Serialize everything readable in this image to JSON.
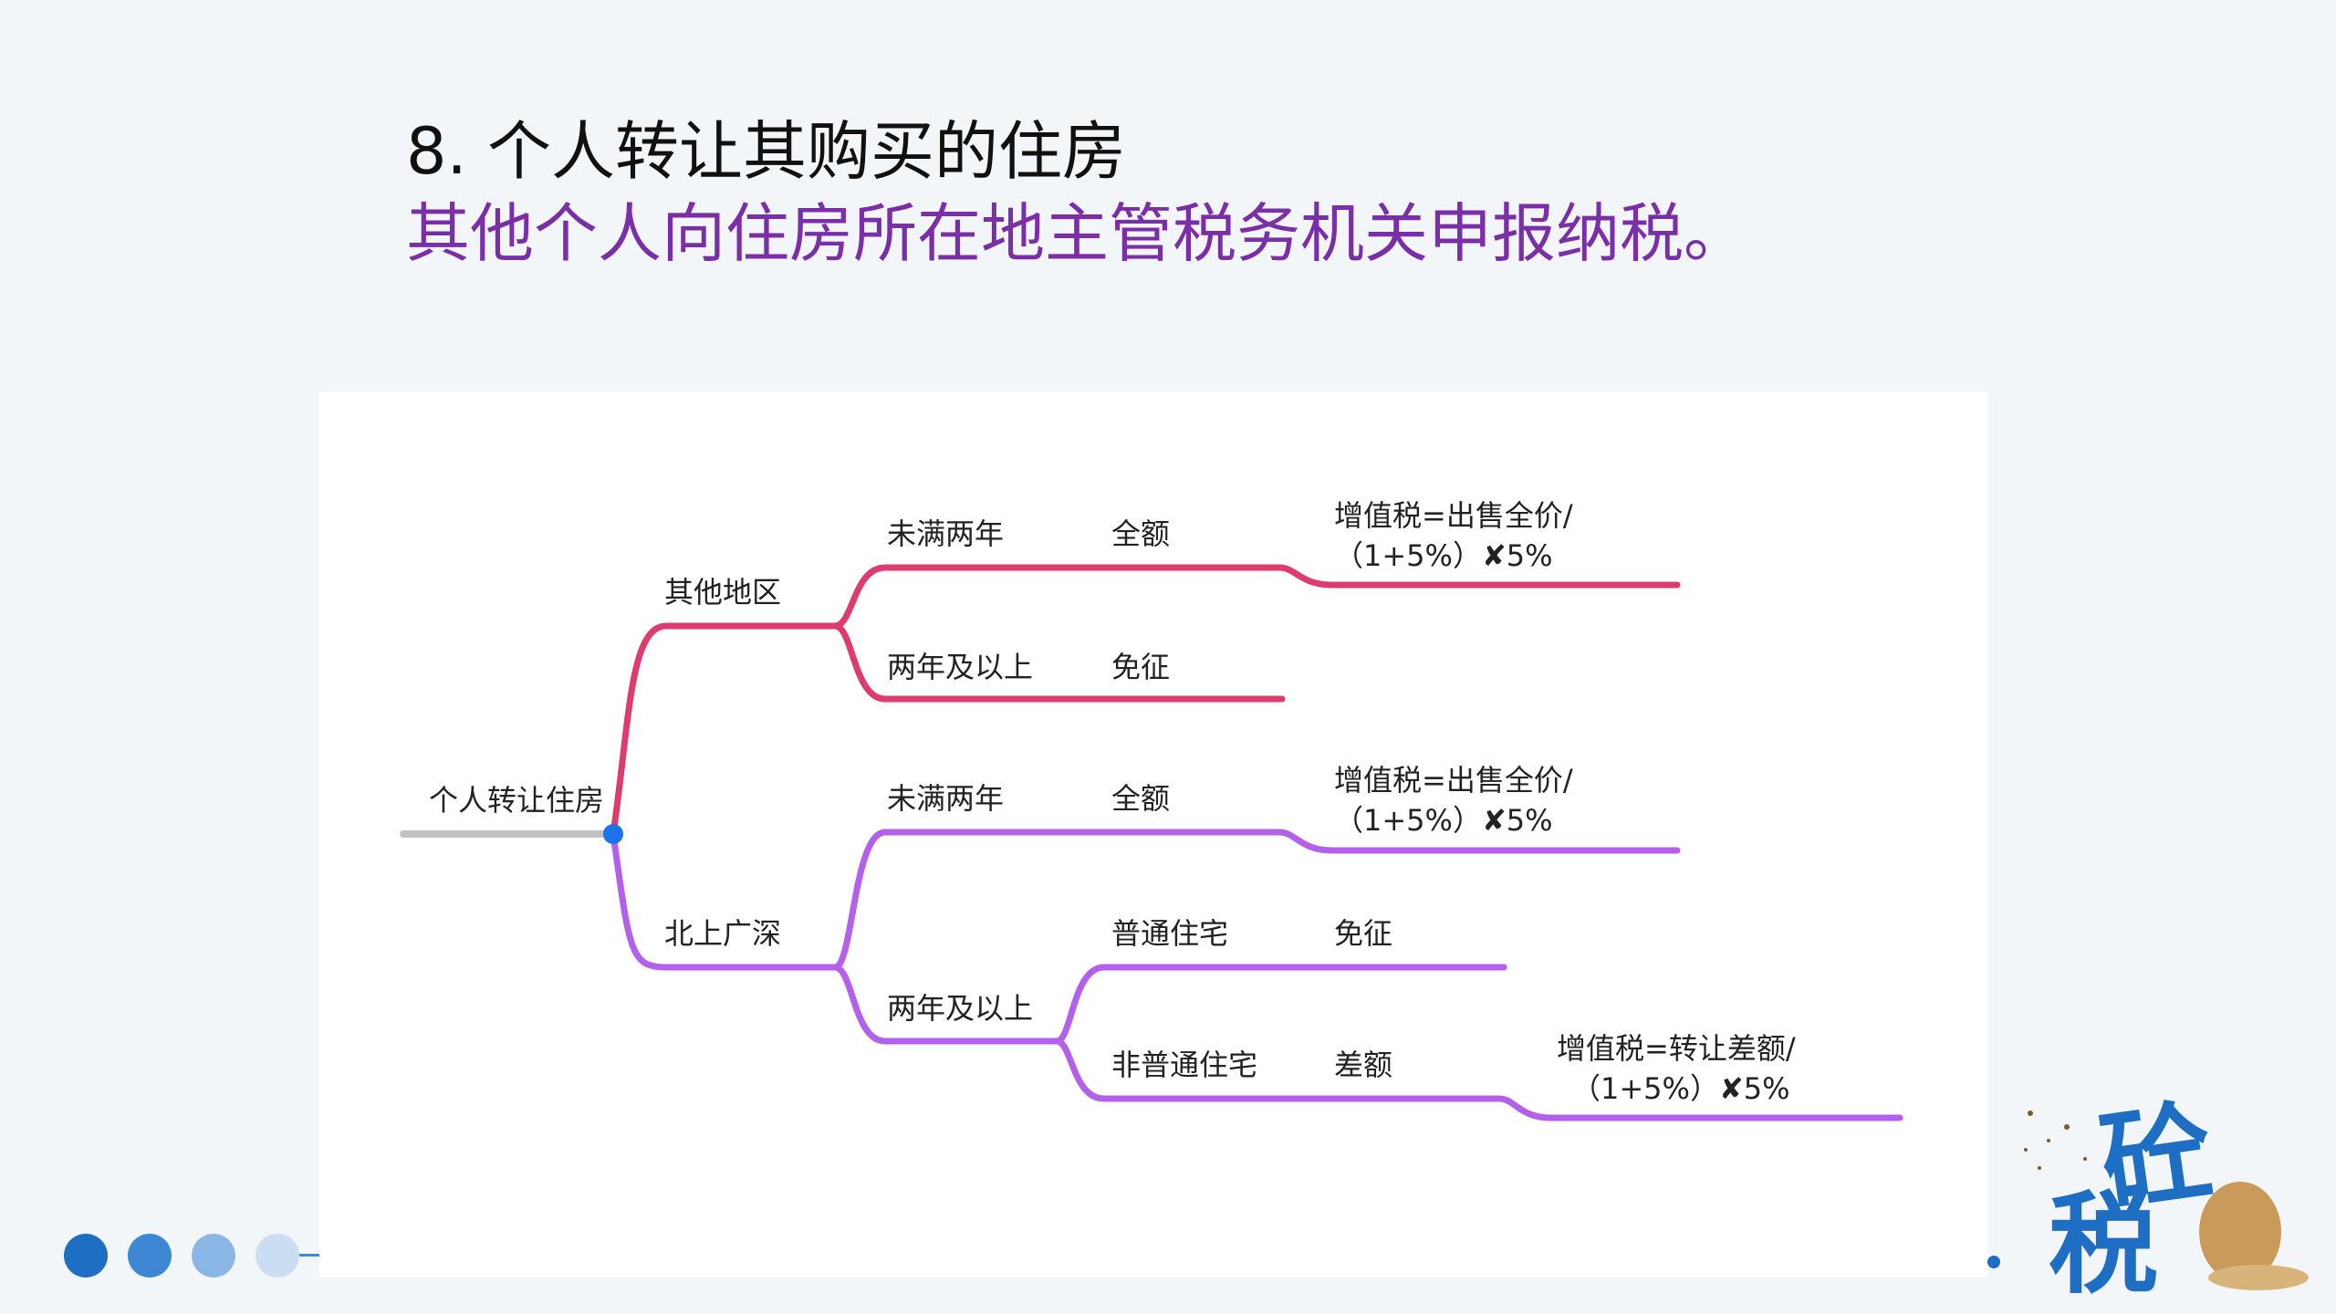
{
  "slide": {
    "title": "8. 个人转让其购买的住房",
    "subtitle": "其他个人向住房所在地主管税务机关申报纳税。"
  },
  "colors": {
    "branch_other": "#dc3d6e",
    "branch_tier1": "#b460ea",
    "root_line": "#c2c2c2",
    "root_dot": "#1a73e8",
    "title_accent": "#7a2ea8"
  },
  "mindmap": {
    "root": "个人转让住房",
    "other_region": {
      "label": "其他地区",
      "under_two": {
        "label": "未满两年",
        "method": "全额",
        "formula_line1": "增值税=出售全价/",
        "formula_line2": "（1+5%）✘5%"
      },
      "two_plus": {
        "label": "两年及以上",
        "method": "免征"
      }
    },
    "tier1_cities": {
      "label": "北上广深",
      "under_two": {
        "label": "未满两年",
        "method": "全额",
        "formula_line1": "增值税=出售全价/",
        "formula_line2": "（1+5%）✘5%"
      },
      "two_plus": {
        "label": "两年及以上",
        "ordinary": {
          "label": "普通住宅",
          "method": "免征"
        },
        "non_ordinary": {
          "label": "非普通住宅",
          "method": "差额",
          "formula_line1": "增值税=转让差额/",
          "formula_line2": "（1+5%）✘5%"
        }
      }
    }
  },
  "decoration": {
    "glyph_a": "砼",
    "glyph_b": "税"
  }
}
